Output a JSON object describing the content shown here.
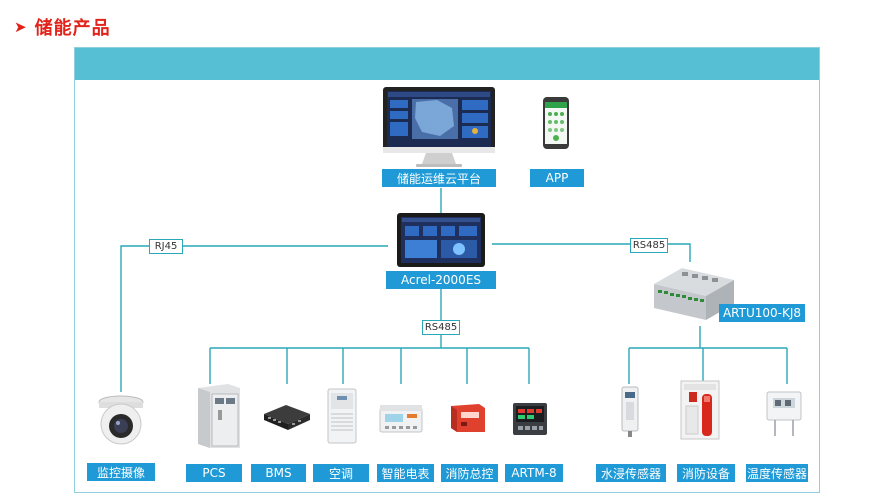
{
  "title": "储能产品",
  "icons": {
    "title": "triangle-arrow-icon"
  },
  "colors": {
    "title": "#e2231a",
    "header": "#56bfd3",
    "label_bg": "#1f9ad6",
    "line": "#2aa7b8"
  },
  "top": {
    "platform": "储能运维云平台",
    "app": "APP"
  },
  "center": {
    "gateway": "Acrel-2000ES"
  },
  "links": {
    "left": "RJ45",
    "right": "RS485",
    "down": "RS485"
  },
  "right_module": {
    "name": "ARTU100-KJ8"
  },
  "devices": {
    "camera": "监控摄像",
    "pcs": "PCS",
    "bms": "BMS",
    "ac": "空调",
    "meter": "智能电表",
    "fire_panel": "消防总控",
    "artm": "ARTM-8",
    "water": "水浸传感器",
    "fire_equip": "消防设备",
    "temp": "温度传感器"
  }
}
